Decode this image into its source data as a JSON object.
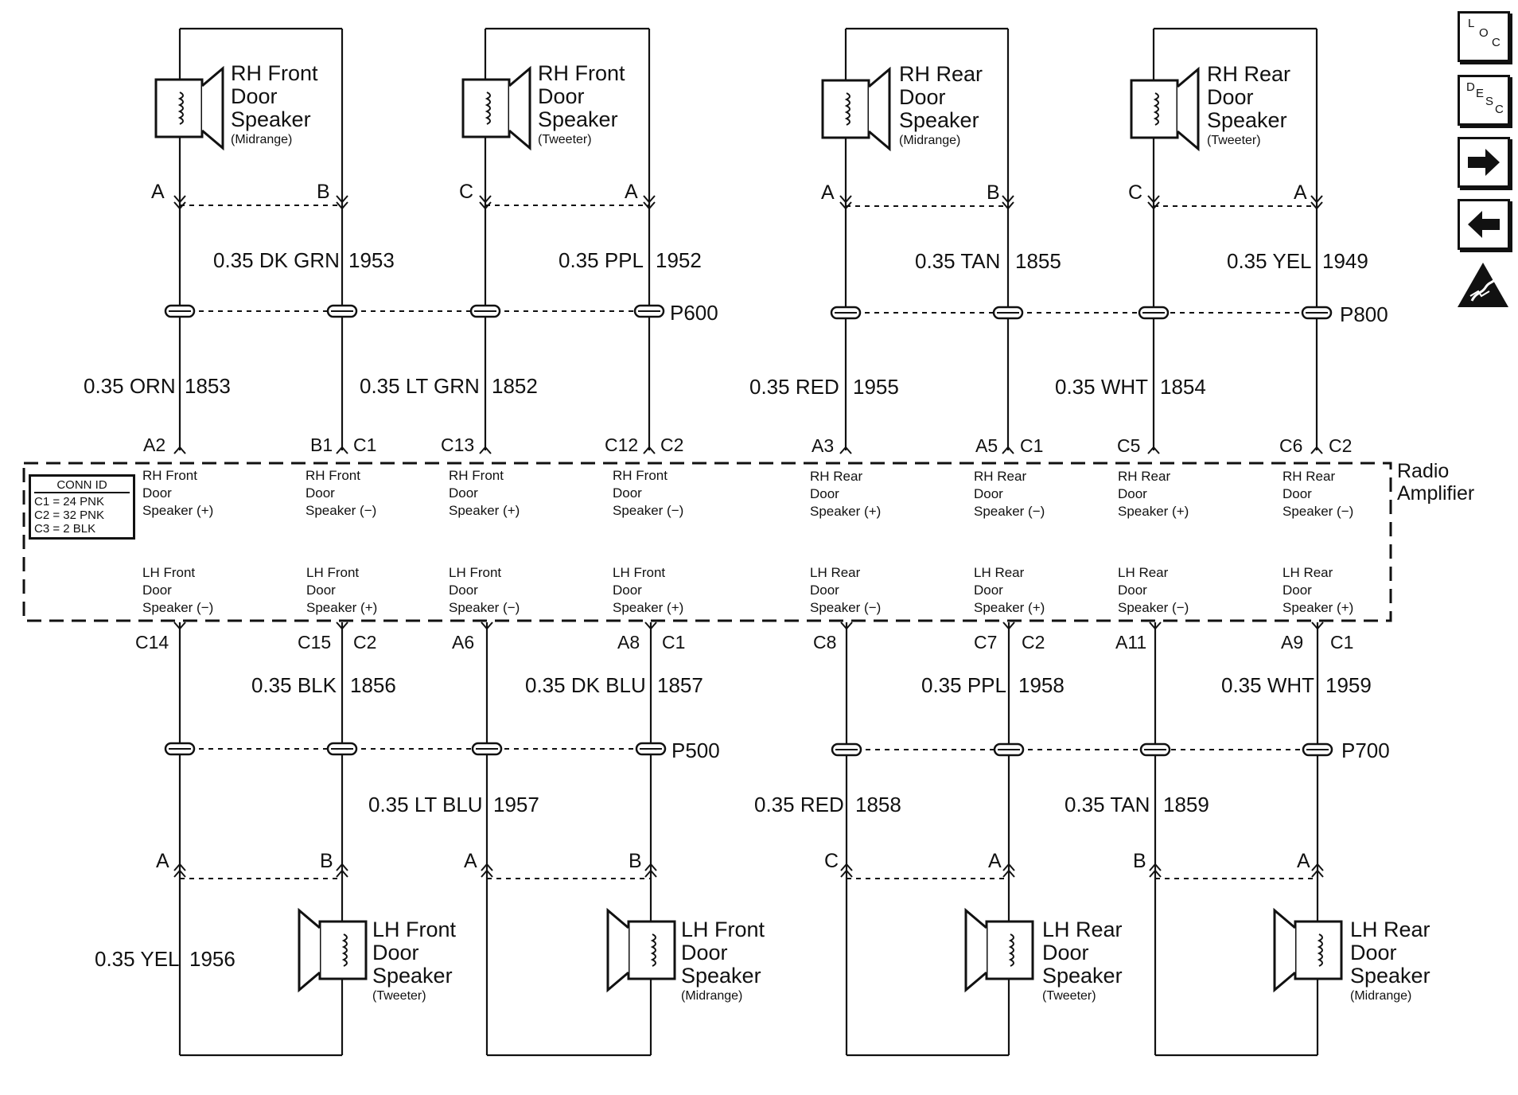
{
  "speakers": {
    "rf_mid": {
      "lines": [
        "RH Front",
        "Door",
        "Speaker"
      ],
      "sub": "(Midrange)"
    },
    "rf_tw": {
      "lines": [
        "RH Front",
        "Door",
        "Speaker"
      ],
      "sub": "(Tweeter)"
    },
    "rr_mid": {
      "lines": [
        "RH Rear",
        "Door",
        "Speaker"
      ],
      "sub": "(Midrange)"
    },
    "rr_tw": {
      "lines": [
        "RH Rear",
        "Door",
        "Speaker"
      ],
      "sub": "(Tweeter)"
    },
    "lf_tw": {
      "lines": [
        "LH Front",
        "Door",
        "Speaker"
      ],
      "sub": "(Tweeter)"
    },
    "lf_mid": {
      "lines": [
        "LH Front",
        "Door",
        "Speaker"
      ],
      "sub": "(Midrange)"
    },
    "lr_tw": {
      "lines": [
        "LH Rear",
        "Door",
        "Speaker"
      ],
      "sub": "(Tweeter)"
    },
    "lr_mid": {
      "lines": [
        "LH Rear",
        "Door",
        "Speaker"
      ],
      "sub": "(Midrange)"
    }
  },
  "speaker_pins": {
    "top": [
      "A",
      "B",
      "C",
      "A",
      "A",
      "B",
      "C",
      "A"
    ],
    "bottom": [
      "A",
      "B",
      "A",
      "B",
      "C",
      "A",
      "B",
      "A"
    ]
  },
  "wires": {
    "top_upper": [
      {
        "color": "0.35 DK GRN",
        "circuit": "1953"
      },
      {
        "color": "0.35 PPL",
        "circuit": "1952"
      },
      {
        "color": "0.35 TAN",
        "circuit": "1855"
      },
      {
        "color": "0.35 YEL",
        "circuit": "1949"
      }
    ],
    "top_lower": [
      {
        "color": "0.35 ORN",
        "circuit": "1853"
      },
      {
        "color": "0.35 LT GRN",
        "circuit": "1852"
      },
      {
        "color": "0.35 RED",
        "circuit": "1955"
      },
      {
        "color": "0.35 WHT",
        "circuit": "1854"
      }
    ],
    "bottom_upper": [
      {
        "color": "0.35 BLK",
        "circuit": "1856"
      },
      {
        "color": "0.35 DK BLU",
        "circuit": "1857"
      },
      {
        "color": "0.35 PPL",
        "circuit": "1958"
      },
      {
        "color": "0.35 WHT",
        "circuit": "1959"
      }
    ],
    "bottom_lower": [
      {
        "color": "0.35 LT BLU",
        "circuit": "1957"
      },
      {
        "color": "0.35 RED",
        "circuit": "1858"
      },
      {
        "color": "0.35 TAN",
        "circuit": "1859"
      },
      {
        "color": "0.35 YEL",
        "circuit": "1956"
      }
    ]
  },
  "inline_connectors": [
    "P600",
    "P800",
    "P500",
    "P700"
  ],
  "amp_pins": {
    "top": [
      "A2",
      "B1",
      "C1",
      "C13",
      "C12",
      "C2",
      "A3",
      "A5",
      "C1",
      "C5",
      "C6",
      "C2"
    ],
    "bottom": [
      "C14",
      "C15",
      "C2",
      "A6",
      "A8",
      "C1",
      "C8",
      "C7",
      "C2",
      "A11",
      "A9",
      "C1"
    ]
  },
  "amplifier": {
    "name": "Radio Amplifier",
    "conn_id": {
      "title": "CONN ID",
      "rows": [
        "C1 = 24 PNK",
        "C2 = 32 PNK",
        "C3 = 2 BLK"
      ]
    },
    "upper_terminals": [
      [
        "RH Front",
        "Door",
        "Speaker (+)"
      ],
      [
        "RH Front",
        "Door",
        "Speaker (−)"
      ],
      [
        "RH Front",
        "Door",
        "Speaker (+)"
      ],
      [
        "RH Front",
        "Door",
        "Speaker (−)"
      ],
      [
        "RH Rear",
        "Door",
        "Speaker (+)"
      ],
      [
        "RH Rear",
        "Door",
        "Speaker (−)"
      ],
      [
        "RH Rear",
        "Door",
        "Speaker (+)"
      ],
      [
        "RH Rear",
        "Door",
        "Speaker (−)"
      ]
    ],
    "lower_terminals": [
      [
        "LH Front",
        "Door",
        "Speaker (−)"
      ],
      [
        "LH Front",
        "Door",
        "Speaker (+)"
      ],
      [
        "LH Front",
        "Door",
        "Speaker (−)"
      ],
      [
        "LH Front",
        "Door",
        "Speaker (+)"
      ],
      [
        "LH Rear",
        "Door",
        "Speaker (−)"
      ],
      [
        "LH Rear",
        "Door",
        "Speaker (+)"
      ],
      [
        "LH Rear",
        "Door",
        "Speaker (−)"
      ],
      [
        "LH Rear",
        "Door",
        "Speaker (+)"
      ]
    ]
  },
  "nav": {
    "loc": [
      "L",
      "O",
      "C"
    ],
    "desc": [
      "D",
      "E",
      "S",
      "C"
    ],
    "icons": [
      "loc-icon",
      "desc-icon",
      "next-arrow-icon",
      "back-arrow-icon",
      "esd-warning-icon"
    ]
  }
}
